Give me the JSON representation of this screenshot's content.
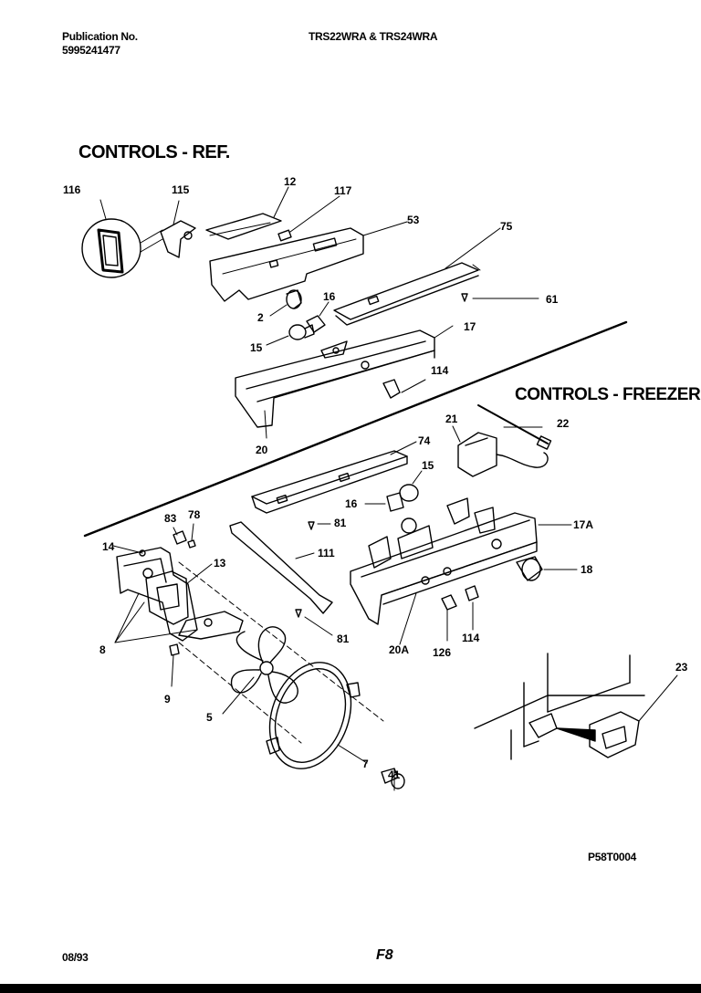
{
  "header": {
    "pub_label": "Publication No.",
    "pub_number": "5995241477",
    "models": "TRS22WRA & TRS24WRA"
  },
  "sections": {
    "ref": "CONTROLS - REF.",
    "freezer": "CONTROLS - FREEZER"
  },
  "callouts": {
    "c116": "116",
    "c115": "115",
    "c12": "12",
    "c117": "117",
    "c53": "53",
    "c75": "75",
    "c61": "61",
    "c16a": "16",
    "c2": "2",
    "c15a": "15",
    "c17": "17",
    "c114a": "114",
    "c20": "20",
    "c21": "21",
    "c22": "22",
    "c74": "74",
    "c15b": "15",
    "c16b": "16",
    "c81a": "81",
    "c17A": "17A",
    "c83": "83",
    "c78": "78",
    "c14": "14",
    "c13": "13",
    "c111": "111",
    "c18": "18",
    "c8": "8",
    "c81b": "81",
    "c20A": "20A",
    "c126": "126",
    "c114b": "114",
    "c9": "9",
    "c5": "5",
    "c7": "7",
    "c41": "41",
    "c23": "23"
  },
  "footer": {
    "drawing_code": "P58T0004",
    "date": "08/93",
    "page": "F8"
  }
}
